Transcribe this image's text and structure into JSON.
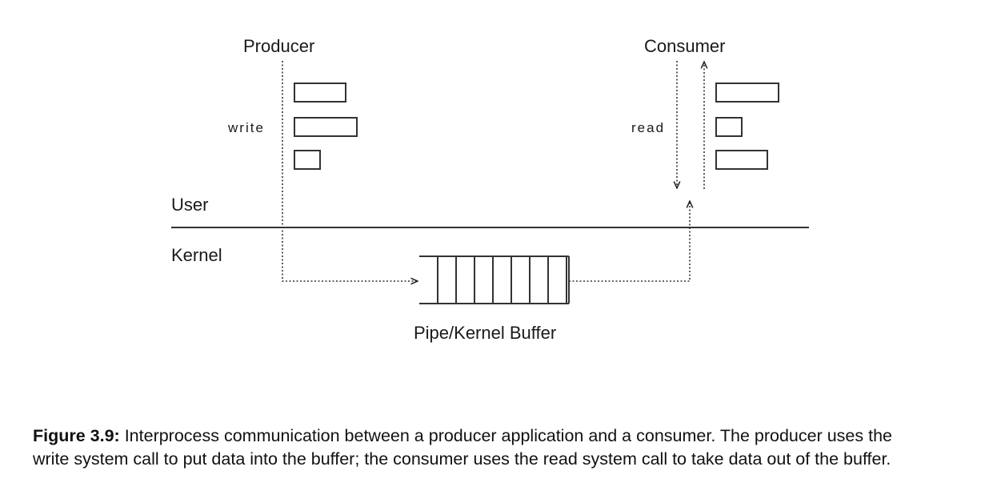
{
  "diagram": {
    "producer_label": "Producer",
    "consumer_label": "Consumer",
    "write_label": "write",
    "read_label": "read",
    "user_label": "User",
    "kernel_label": "Kernel",
    "buffer_label": "Pipe/Kernel Buffer",
    "buffer_slots": 8
  },
  "caption": {
    "figure_label": "Figure 3.9:",
    "text": "Interprocess communication between a producer application and a consumer. The producer uses the write system call to put data into the buffer; the consumer uses the read system call to take data out of the buffer."
  }
}
